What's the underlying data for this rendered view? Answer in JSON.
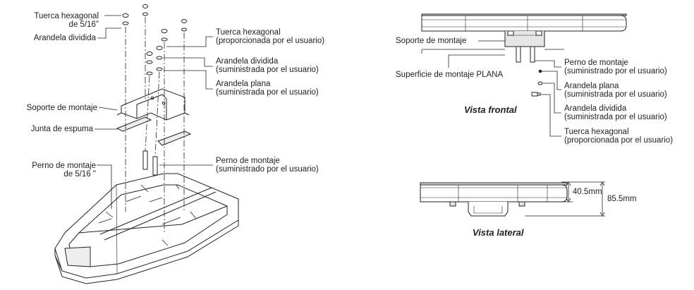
{
  "left_labels": {
    "hex_nut_5_16_line1": "Tuerca hexagonal",
    "hex_nut_5_16_line2": "de 5/16\"",
    "split_washer": "Arandela dividida",
    "mounting_bracket": "Soporte de montaje",
    "foam_gasket": "Junta de espuma",
    "mount_bolt_5_16_line1": "Perno de montaje",
    "mount_bolt_5_16_line2": "de 5/16 \""
  },
  "middle_labels": {
    "hex_nut_user_line1": "Tuerca hexagonal",
    "hex_nut_user_line2": "(proporcionada por el usuario)",
    "split_washer_user_line1": "Arandela dividida",
    "split_washer_user_line2": "(suministrada por el usuario)",
    "flat_washer_user_line1": "Arandela plana",
    "flat_washer_user_line2": "(suministrada por el usuario)",
    "mount_bolt_user_line1": "Perno de montaje",
    "mount_bolt_user_line2": "(suministrado por el usuario)"
  },
  "front_view": {
    "title": "Vista frontal",
    "mounting_bracket": "Soporte de montaje",
    "flat_surface": "Superficie de montaje PLANA",
    "mount_bolt_line1": "Perno de montaje",
    "mount_bolt_line2": "(suministrado por el usuario)",
    "flat_washer_line1": "Arandela plana",
    "flat_washer_line2": "(suministrada por el usuario)",
    "split_washer_line1": "Arandela dividida",
    "split_washer_line2": "(suministrada por el usuario)",
    "hex_nut_line1": "Tuerca hexagonal",
    "hex_nut_line2": "(proporcionada por el usuario)"
  },
  "side_view": {
    "title": "Vista lateral",
    "dim_inner": "40.5mm",
    "dim_outer": "85.5mm"
  },
  "colors": {
    "line": "#222222",
    "fill": "#ffffff",
    "shade": "#e6e6e6"
  }
}
